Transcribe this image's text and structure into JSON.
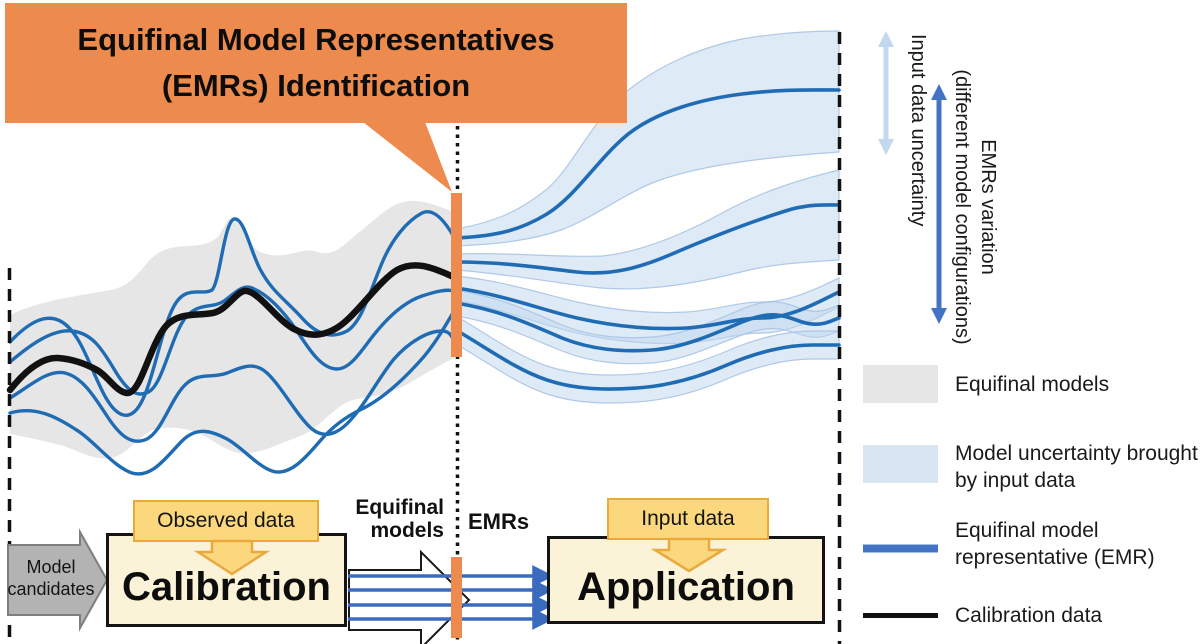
{
  "callout": {
    "line1": "Equifinal Model Representatives",
    "line2": "(EMRs) Identification"
  },
  "flow": {
    "model_candidates": "Model candidates",
    "observed_data": "Observed data",
    "calibration": "Calibration",
    "equifinal_models": "Equifinal models",
    "emrs": "EMRs",
    "input_data": "Input data",
    "application": "Application"
  },
  "annotations": {
    "input_uncertainty": "Input data uncertainty",
    "emrs_variation_line1": "EMRs variation",
    "emrs_variation_line2": "(different model configurations)"
  },
  "legend": {
    "items": [
      {
        "label": "Equifinal models",
        "swatch": "#E7E6E6",
        "type": "band"
      },
      {
        "label": "Model uncertainty brought by input data",
        "swatch": "#D9E5F3",
        "type": "band"
      },
      {
        "label": "Equifinal model representative (EMR)",
        "swatch": "#4472C4",
        "type": "line"
      },
      {
        "label": "Calibration data",
        "swatch": "#111111",
        "type": "line"
      }
    ]
  },
  "colors": {
    "callout_orange": "#ED8A4D",
    "emr_bar_orange": "#ED8A4D",
    "process_box_fill": "#FBF3D8",
    "gold_callout_fill": "#FBD87E",
    "gold_callout_border": "#E9A93D",
    "gray_uncertainty_band": "#E7E6E6",
    "input_uncertainty_band": "#D9E5F3",
    "emr_line_blue": "#1F6CB4",
    "flow_arrow_blue": "#3A6BBF",
    "calibration_line_black": "#111111",
    "input_arrow_light_blue": "#C3D7EE",
    "emrs_variation_arrow_blue": "#4472C4",
    "model_candidates_gray": "#B3B3B3"
  }
}
